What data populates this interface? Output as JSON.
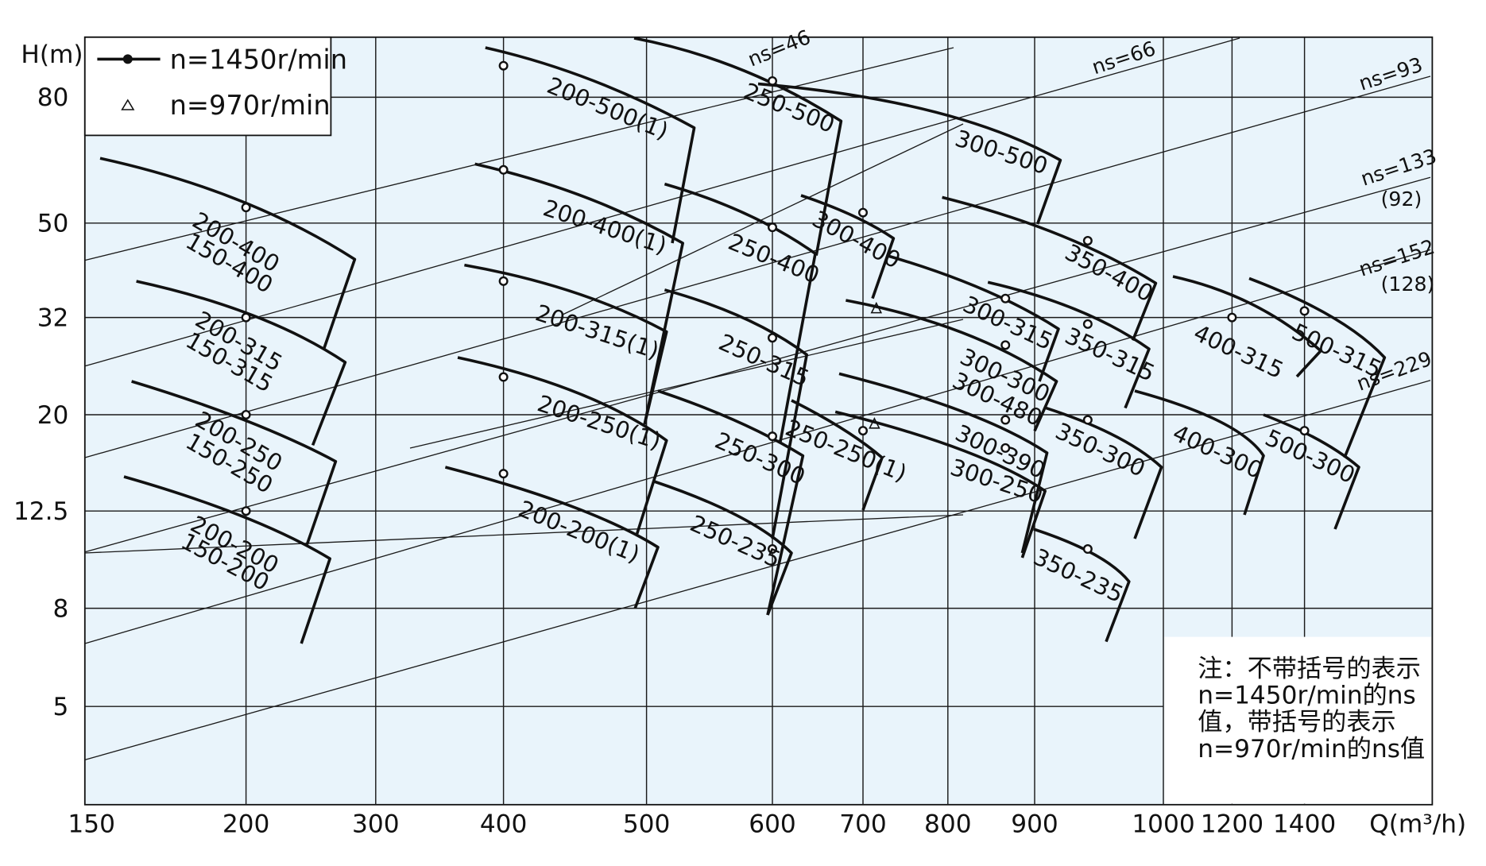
{
  "chart_data": {
    "type": "line",
    "xlabel": "Q(m³/h)",
    "ylabel": "H(m)",
    "x_ticks": [
      "150",
      "200",
      "300",
      "400",
      "500",
      "600",
      "700",
      "800",
      "900",
      "1000",
      "1200",
      "1400"
    ],
    "y_ticks": [
      "5",
      "8",
      "12.5",
      "20",
      "32",
      "50",
      "80"
    ],
    "legend": [
      {
        "marker": "dot",
        "label": "n=1450r/min"
      },
      {
        "marker": "triangle",
        "label": "n=970r/min"
      }
    ],
    "ns_labels": [
      "ns=46",
      "ns=66",
      "ns=93",
      "ns=133",
      "(92)",
      "ns=152",
      "(128)",
      "ns=229"
    ],
    "series": [
      {
        "label": "200-500(1)",
        "rated": [
          400,
          90
        ]
      },
      {
        "label": "250-500",
        "rated": [
          600,
          85
        ]
      },
      {
        "label": "300-500"
      },
      {
        "label": "200-400",
        "rated": [
          200,
          53
        ]
      },
      {
        "label": "150-400"
      },
      {
        "label": "200-400(1)",
        "rated": [
          400,
          61
        ]
      },
      {
        "label": "250-400",
        "rated": [
          600,
          49
        ]
      },
      {
        "label": "300-400",
        "rated": [
          700,
          52
        ]
      },
      {
        "label": "350-400",
        "rated": [
          940,
          46
        ]
      },
      {
        "label": "200-315",
        "rated": [
          200,
          32
        ]
      },
      {
        "label": "150-315"
      },
      {
        "label": "200-315(1)",
        "rated": [
          400,
          38
        ]
      },
      {
        "label": "250-315",
        "rated": [
          600,
          29
        ]
      },
      {
        "label": "300-315",
        "rated": [
          865,
          35
        ]
      },
      {
        "label": "350-315",
        "rated": [
          940,
          31
        ]
      },
      {
        "label": "400-315",
        "rated": [
          1200,
          32
        ]
      },
      {
        "label": "500-315",
        "rated": [
          1400,
          33
        ]
      },
      {
        "label": "300-300",
        "rated": [
          865,
          28
        ]
      },
      {
        "label": "300-480"
      },
      {
        "label": "200-250",
        "rated": [
          200,
          20
        ]
      },
      {
        "label": "150-250"
      },
      {
        "label": "200-250(1)",
        "rated": [
          400,
          24
        ]
      },
      {
        "label": "250-300",
        "rated": [
          600,
          18
        ]
      },
      {
        "label": "250-250(1)",
        "rated": [
          700,
          18.5
        ]
      },
      {
        "label": "300-390",
        "rated": [
          865,
          19.5
        ]
      },
      {
        "label": "350-300",
        "rated": [
          940,
          19.5
        ]
      },
      {
        "label": "400-300"
      },
      {
        "label": "500-300",
        "rated": [
          1400,
          18.5
        ]
      },
      {
        "label": "300-250",
        "rated": [
          865,
          17
        ]
      },
      {
        "label": "200-200",
        "rated": [
          200,
          12.5
        ]
      },
      {
        "label": "150-200"
      },
      {
        "label": "200-200(1)",
        "rated": [
          400,
          15
        ]
      },
      {
        "label": "250-235",
        "rated": [
          600,
          10.5
        ]
      },
      {
        "label": "350-235",
        "rated": [
          940,
          10.5
        ]
      }
    ]
  },
  "note": [
    "注：不带括号的表示",
    "n=1450r/min的ns",
    "值，带括号的表示",
    "n=970r/min的ns值"
  ]
}
